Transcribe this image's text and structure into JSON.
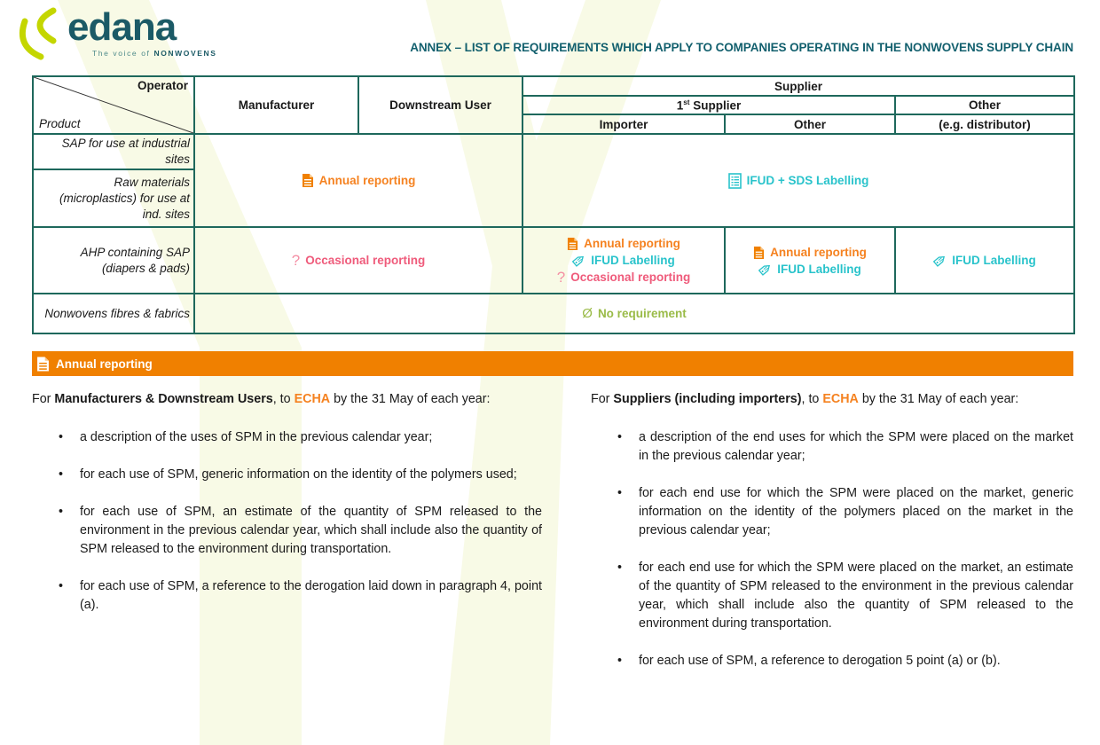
{
  "logo": {
    "brand": "edana",
    "tagline_prefix": "The voice of ",
    "tagline_emphasis": "NONWOVENS"
  },
  "header": {
    "title": "ANNEX – LIST OF REQUIREMENTS WHICH APPLY TO COMPANIES OPERATING IN THE NONWOVENS SUPPLY CHAIN"
  },
  "colors": {
    "teal_title": "#13606E",
    "table_border": "#1E685C",
    "orange_text": "#F58220",
    "orange_banner": "#F08000",
    "cyan": "#29C3CB",
    "pink": "#EF5B7B",
    "olive": "#9ABB48",
    "logo_lime": "#C4D600",
    "watermark": "#F8FAE6"
  },
  "table": {
    "corner": {
      "operator": "Operator",
      "product": "Product"
    },
    "headers": {
      "manufacturer": "Manufacturer",
      "downstream_user": "Downstream User",
      "supplier": "Supplier",
      "first_supplier_num": "1",
      "first_supplier_sup": "st",
      "first_supplier_rest": " Supplier",
      "other_top": "Other",
      "importer": "Importer",
      "other_sub": "Other",
      "distributor": "(e.g. distributor)"
    },
    "products": {
      "sap": "SAP for use at industrial sites",
      "raw": "Raw materials (microplastics) for use at ind. sites",
      "ahp": "AHP containing SAP (diapers & pads)",
      "nonwovens": "Nonwovens fibres & fabrics"
    },
    "labels": {
      "annual": "Annual reporting",
      "ifud_sds": "IFUD + SDS Labelling",
      "occasional": "Occasional reporting",
      "ifud": "IFUD Labelling",
      "none": "No requirement",
      "none_symbol": "Ø",
      "question_mark": "?"
    }
  },
  "banner": {
    "label": "Annual reporting"
  },
  "sections": {
    "left": {
      "intro_prefix": "For ",
      "intro_bold": "Manufacturers & Downstream Users",
      "intro_mid": ", to ",
      "echa": "ECHA",
      "intro_suffix": " by the 31 May of each year:",
      "bullets": [
        "a description of the uses of SPM in the previous calendar year;",
        "for each use of SPM, generic information on the identity of the polymers used;",
        "for each use of SPM, an estimate of the quantity of SPM released to the environment in the previous calendar year, which shall include also the quantity of SPM released to the environment during transportation.",
        "for each use of SPM, a reference to the derogation laid down in paragraph 4, point (a)."
      ]
    },
    "right": {
      "intro_prefix": "For ",
      "intro_bold": "Suppliers (including importers)",
      "intro_mid": ", to ",
      "echa": "ECHA",
      "intro_suffix": " by the 31 May of each year:",
      "bullets": [
        "a description of the end uses for which the SPM were placed on the market in the previous calendar year;",
        "for each end use for which the SPM were placed on the market, generic information on the identity of the polymers placed on the market in the previous calendar year;",
        "for each end use for which the SPM were placed on the market, an estimate of the quantity of SPM released to the environment in the previous calendar year, which shall include also the quantity of SPM released to the environment during transportation.",
        "for each use of SPM, a reference to derogation 5 point (a) or (b)."
      ]
    }
  }
}
